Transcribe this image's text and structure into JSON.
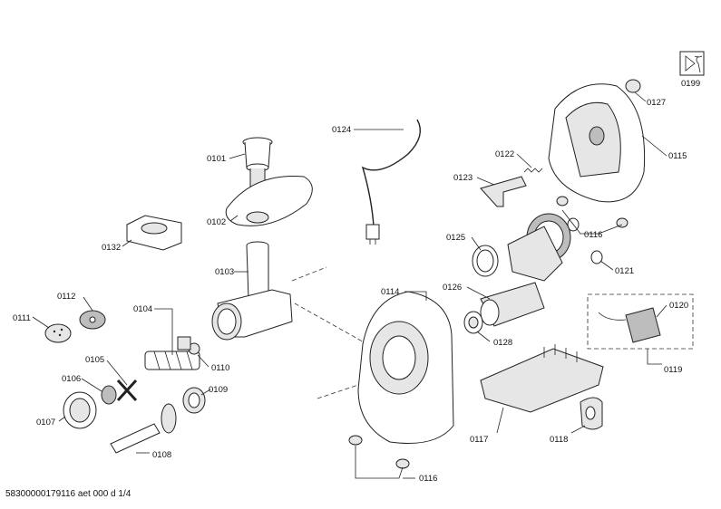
{
  "footer": {
    "code": "58300000179116 aet 000 d 1/4"
  },
  "service_icon": {
    "icon": "wrench-icon",
    "label": "0199"
  },
  "labels": {
    "p0101": "0101",
    "p0102": "0102",
    "p0103": "0103",
    "p0104": "0104",
    "p0105": "0105",
    "p0106": "0106",
    "p0107": "0107",
    "p0108": "0108",
    "p0109": "0109",
    "p0110": "0110",
    "p0111": "0111",
    "p0112": "0112",
    "p0114": "0114",
    "p0115": "0115",
    "p0116a": "0116",
    "p0116b": "0116",
    "p0117": "0117",
    "p0118": "0118",
    "p0119": "0119",
    "p0120": "0120",
    "p0121": "0121",
    "p0122": "0122",
    "p0123": "0123",
    "p0124": "0124",
    "p0125": "0125",
    "p0126": "0126",
    "p0127": "0127",
    "p0128": "0128",
    "p0132": "0132"
  }
}
